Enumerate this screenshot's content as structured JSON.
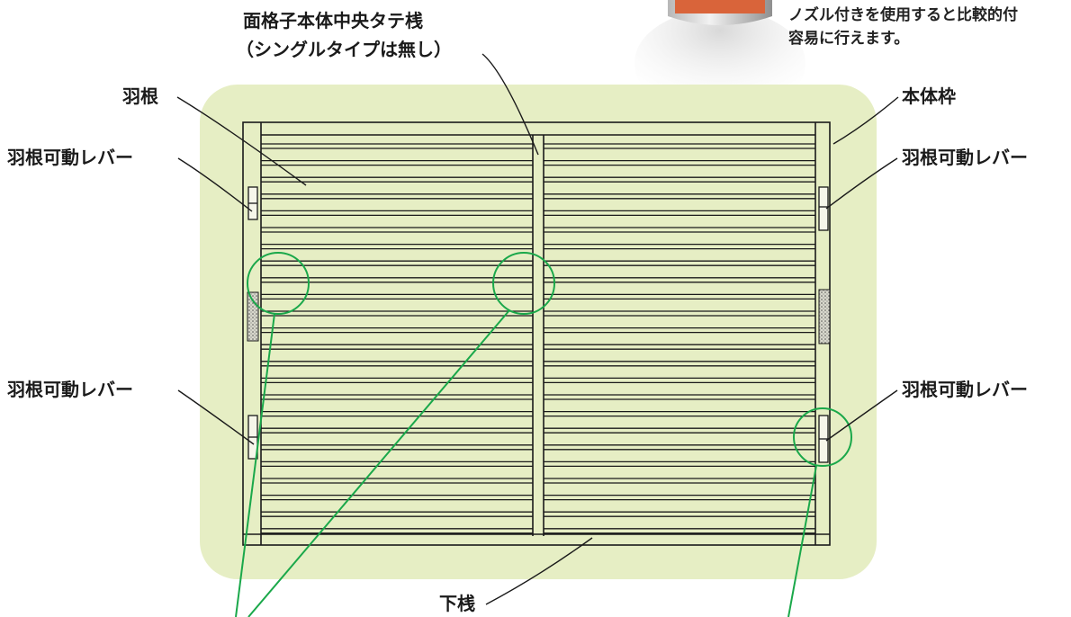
{
  "labels": {
    "center_post_line1": "面格子本体中央タテ桟",
    "center_post_line2": "（シングルタイプは無し）",
    "slat": "羽根",
    "frame": "本体枠",
    "lever_top_left": "羽根可動レバー",
    "lever_top_right": "羽根可動レバー",
    "lever_bottom_left": "羽根可動レバー",
    "lever_bottom_right": "羽根可動レバー",
    "bottom_rail": "下桟"
  },
  "note": {
    "line1": "ノズル付きを使用すると比較的付",
    "line2": "容易に行えます。"
  },
  "colors": {
    "panel_bg": "#e6eec4",
    "callout_circle": "#1aa84a",
    "line": "#1a1a1a",
    "can_body": "#d9643a"
  }
}
